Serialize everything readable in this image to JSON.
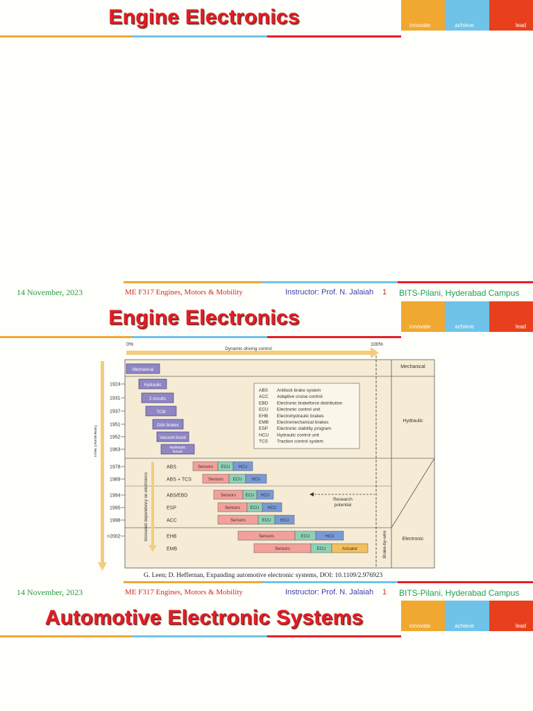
{
  "slide1": {
    "title": "Engine Electronics",
    "footer": {
      "date": "14 November, 2023",
      "course": "ME F317 Engines, Motors & Mobility",
      "instructor": "Instructor: Prof. N. Jalaiah",
      "page": "1",
      "campus": "BITS-Pilani, Hyderabad Campus"
    }
  },
  "slide2": {
    "title": "Engine Electronics",
    "citation": "G. Leen; D. Heffernan, Expanding automotive electronic systems, DOI: 10.1109/2.976923",
    "footer": {
      "date": "14 November, 2023",
      "course": "ME F317 Engines, Motors & Mobility",
      "instructor": "Instructor: Prof. N. Jalaiah",
      "page": "1",
      "campus": "BITS-Pilani, Hyderabad Campus"
    }
  },
  "slide3": {
    "title": "Automotive Electronic Systems"
  },
  "logo": {
    "innovate": "innovate",
    "achieve": "achieve",
    "lead": "lead"
  },
  "colors": {
    "title": "#e31e24",
    "date": "#2a9a3e",
    "orange": "#f0a830",
    "blue": "#6fc3e8",
    "red": "#e8401c"
  },
  "diagram": {
    "pct_start": "0%",
    "pct_end": "100%",
    "top_arrow": "Dynamic driving control",
    "time_axis": "Time (nonlinear)",
    "dependency_axis": "Increased dependency on electronics",
    "brake_by_wire": "Brake-by-wire",
    "research": "Research potential",
    "regions": [
      "Mechanical",
      "Hydraulic",
      "Electronic"
    ],
    "hydraulic_years": [
      "1924",
      "1931",
      "1937",
      "1951",
      "1952",
      "1963"
    ],
    "hydraulic_boxes": [
      "Mechanical",
      "Hydraulic",
      "2 circuits",
      "TCM",
      "Disk brakes",
      "Vacuum boost",
      "Hydraulic boost"
    ],
    "electronic_rows": [
      {
        "year": "1978",
        "name": "ABS",
        "parts": [
          "Sensors",
          "ECU",
          "HCU"
        ]
      },
      {
        "year": "1989",
        "name": "ABS + TCS",
        "parts": [
          "Sensors",
          "ECU",
          "HCU"
        ]
      },
      {
        "year": "1994",
        "name": "ABS/EBD",
        "parts": [
          "Sensors",
          "ECU",
          "HCU"
        ]
      },
      {
        "year": "1995",
        "name": "ESP",
        "parts": [
          "Sensors",
          "ECU",
          "HCU"
        ]
      },
      {
        "year": "1998",
        "name": "ACC",
        "parts": [
          "Sensors",
          "ECU",
          "HCU"
        ]
      },
      {
        "year": ">2002",
        "name": "EHB",
        "parts": [
          "Sensors",
          "ECU",
          "HCU"
        ]
      },
      {
        "year": "",
        "name": "EMB",
        "parts": [
          "Sensors",
          "ECU",
          "Actuator"
        ]
      }
    ],
    "legend": [
      {
        "abbr": "ABS",
        "desc": "Antilock brake system"
      },
      {
        "abbr": "ACC",
        "desc": "Adaptive cruise control"
      },
      {
        "abbr": "EBD",
        "desc": "Electronic brakeforce distribution"
      },
      {
        "abbr": "ECU",
        "desc": "Electronic control unit"
      },
      {
        "abbr": "EHB",
        "desc": "Electrohydraulic brakes"
      },
      {
        "abbr": "EMB",
        "desc": "Electromechanical brakes"
      },
      {
        "abbr": "ESP",
        "desc": "Electronic stability program"
      },
      {
        "abbr": "HCU",
        "desc": "Hydraulic control unit"
      },
      {
        "abbr": "TCS",
        "desc": "Traction control system"
      }
    ]
  }
}
